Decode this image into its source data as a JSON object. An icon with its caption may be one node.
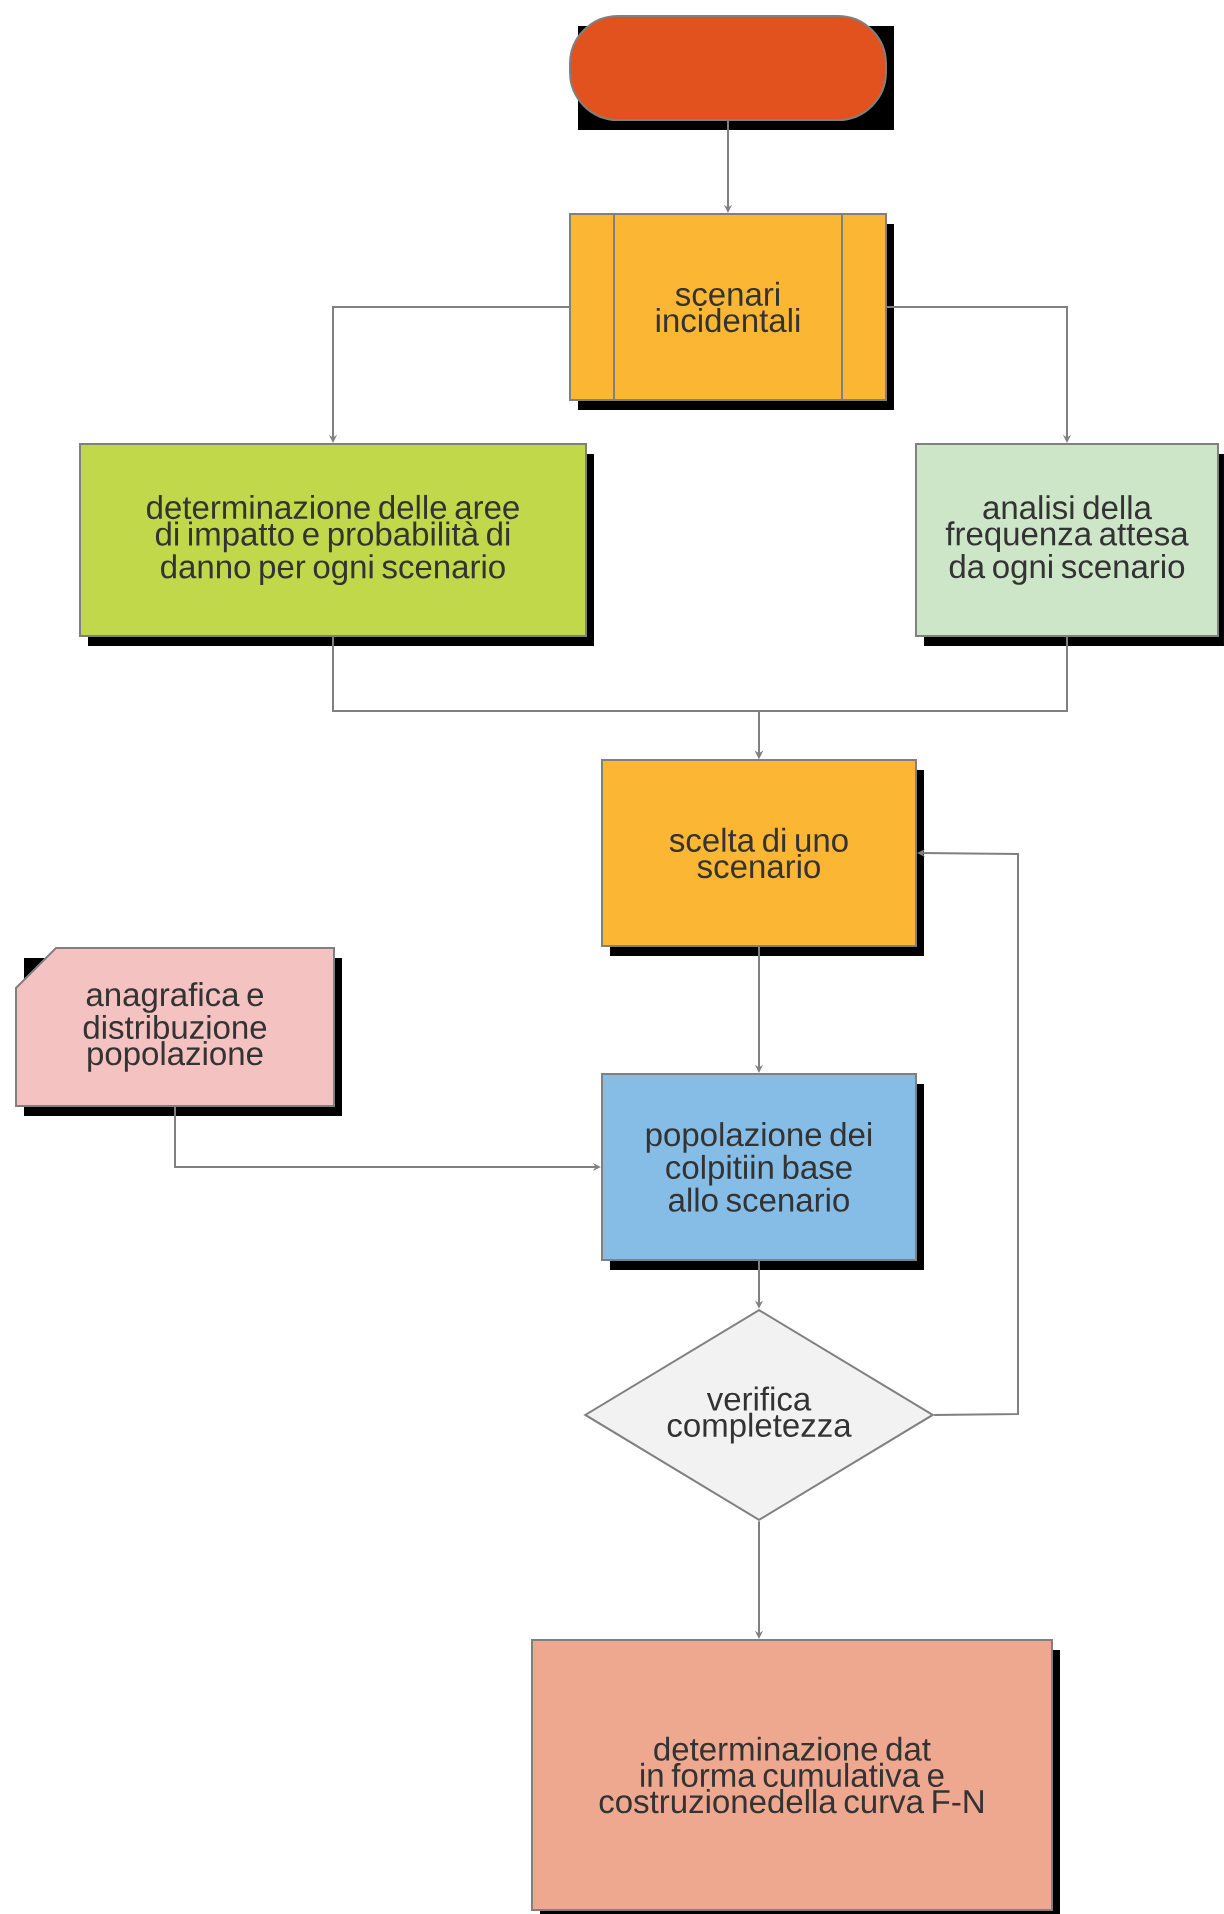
{
  "diagram": {
    "nodes": [
      {
        "text": [],
        "shape": "capsule"
      },
      {
        "text": [
          "scenari incidentali"
        ]
      },
      {
        "text": [
          "determinazione delle aree di impatto e probabilità di danno per ogni scenario"
        ]
      },
      {
        "text": [
          "analisi della frequenza attesa da ogni scenario"
        ]
      },
      {
        "text": [
          "scelta di uno scenario"
        ]
      },
      {
        "text": [
          "anagrafica e distribuzione popolazione"
        ]
      },
      {
        "text": [
          "popolazione dei colpitiin base allo scenario"
        ]
      },
      {
        "text": [
          "verifica completezza"
        ]
      },
      {
        "text": [
          "determinazione dat in forma cumulativa e costruzionedella curva F-N"
        ]
      }
    ],
    "edges": [
      {
        "from": 0,
        "to": 1,
        "arrow": "to"
      },
      {
        "from": 1,
        "to": 2,
        "arrow": "to"
      },
      {
        "from": 1,
        "to": 3,
        "arrow": "to"
      },
      {
        "from": 2,
        "to": 4,
        "arrow": "to"
      },
      {
        "from": 3,
        "to": 4,
        "arrow": "to"
      },
      {
        "from": 4,
        "to": 6,
        "arrow": "to"
      },
      {
        "from": 5,
        "to": 6,
        "arrow": "to"
      },
      {
        "from": 6,
        "to": 7,
        "arrow": "to"
      },
      {
        "from": 7,
        "to": 4,
        "arrow": "to"
      },
      {
        "from": 7,
        "to": 8,
        "arrow": "to"
      }
    ]
  }
}
